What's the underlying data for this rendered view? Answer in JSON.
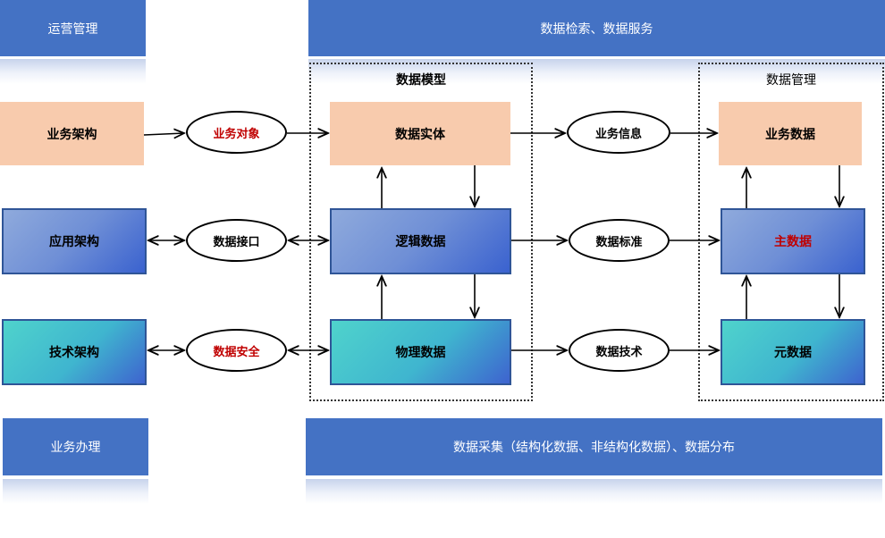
{
  "top_left": "运营管理",
  "top_right": "数据检索、数据服务",
  "bottom_left": "业务办理",
  "bottom_right": "数据采集（结构化数据、非结构化数据）、数据分布",
  "left_column": [
    "业务架构",
    "应用架构",
    "技术架构"
  ],
  "interfaces": [
    "业务对象",
    "数据接口",
    "数据安全"
  ],
  "model_group": {
    "title": "数据模型",
    "boxes": [
      "数据实体",
      "逻辑数据",
      "物理数据"
    ]
  },
  "links": [
    "业务信息",
    "数据标准",
    "数据技术"
  ],
  "management_group": {
    "title": "数据管理",
    "boxes": [
      "业务数据",
      "主数据",
      "元数据"
    ]
  }
}
